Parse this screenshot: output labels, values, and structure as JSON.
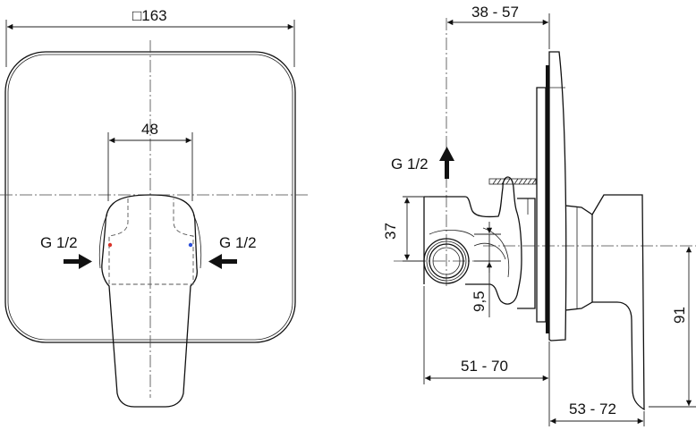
{
  "front_view": {
    "width_dimension": "□163",
    "lever_width_dimension": "48",
    "inlet_left_label": "G 1/2",
    "inlet_right_label": "G 1/2",
    "hot_marker_color": "#d9352b",
    "cold_marker_color": "#2b4fd9"
  },
  "side_view": {
    "wall_depth_dimension": "38 - 57",
    "outlet_label": "G 1/2",
    "outlet_height_dimension": "37",
    "offset_dimension": "9,5",
    "body_depth_dimension": "51 - 70",
    "lever_depth_dimension": "53 - 72",
    "lever_height_dimension": "91"
  }
}
